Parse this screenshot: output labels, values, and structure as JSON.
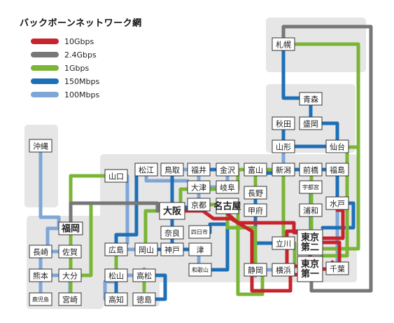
{
  "title": "バックボーンネットワーク網",
  "legend": [
    {
      "label": "10Gbps",
      "color": "#c8232c"
    },
    {
      "label": "2.4Gbps",
      "color": "#777777"
    },
    {
      "label": "1Gbps",
      "color": "#7ab535"
    },
    {
      "label": "150Mbps",
      "color": "#1d6fb8"
    },
    {
      "label": "100Mbps",
      "color": "#7ea6d6"
    }
  ],
  "nodes": {
    "sapporo": "札幌",
    "aomori": "青森",
    "akita": "秋田",
    "morioka": "盛岡",
    "yamagata": "山形",
    "sendai": "仙台",
    "okinawa": "沖縄",
    "yamaguchi": "山口",
    "matsue": "松江",
    "tottori": "鳥取",
    "fukui": "福井",
    "kanazawa": "金沢",
    "toyama": "富山",
    "niigata": "新潟",
    "maebashi": "前橋",
    "fukushima": "福島",
    "utsunomiya": "宇都宮",
    "mito": "水戸",
    "otsu": "大津",
    "gifu": "岐阜",
    "nagano": "長野",
    "kyoto": "京都",
    "nagoya": "名古屋",
    "kofu": "甲府",
    "urawa": "浦和",
    "osaka": "大阪",
    "fukuoka": "福岡",
    "nara": "奈良",
    "yokkaichi": "四日市",
    "tachikawa": "立川",
    "tokyo1": "東京第一",
    "tokyo2": "東京第二",
    "chiba": "千葉",
    "nagasaki": "長崎",
    "saga": "佐賀",
    "hiroshima": "広島",
    "okayama": "岡山",
    "kobe": "神戸",
    "tsu": "津",
    "kumamoto": "熊本",
    "oita": "大分",
    "matsuyama": "松山",
    "takamatsu": "高松",
    "wakayama": "和歌山",
    "shizuoka": "静岡",
    "yokohama": "横浜",
    "kagoshima": "鹿児島",
    "miyazaki": "宮崎",
    "kochi": "高知",
    "tokushima": "徳島"
  }
}
